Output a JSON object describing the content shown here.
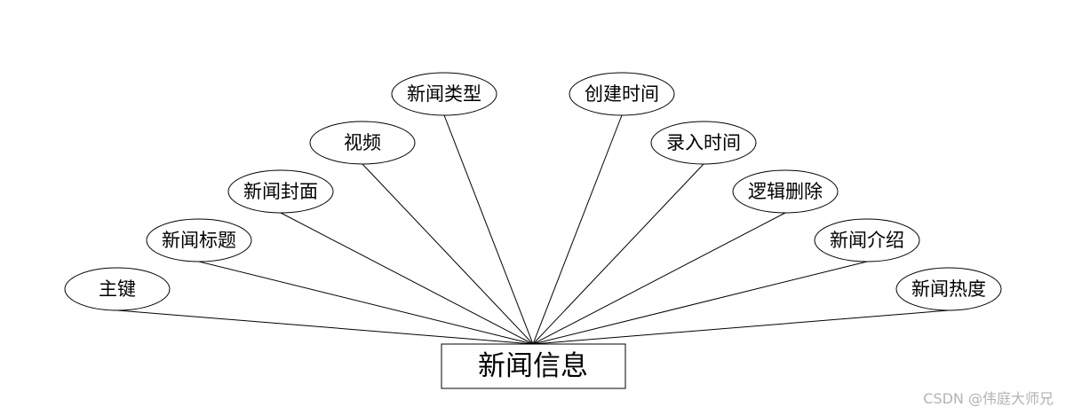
{
  "entity": {
    "name": "新闻信息"
  },
  "attributes": [
    {
      "id": "zhujian",
      "label": "主键"
    },
    {
      "id": "xinwenbiaoti",
      "label": "新闻标题"
    },
    {
      "id": "xinwenfengmian",
      "label": "新闻封面"
    },
    {
      "id": "shipin",
      "label": "视频"
    },
    {
      "id": "xinwenleixing",
      "label": "新闻类型"
    },
    {
      "id": "chuangjianshijian",
      "label": "创建时间"
    },
    {
      "id": "lurushijian",
      "label": "录入时间"
    },
    {
      "id": "luojishanchu",
      "label": "逻辑删除"
    },
    {
      "id": "xinwenjieshao",
      "label": "新闻介绍"
    },
    {
      "id": "xinwenredu",
      "label": "新闻热度"
    }
  ],
  "watermark": "CSDN @伟庭大师兄",
  "colors": {
    "stroke": "#000000",
    "background": "#ffffff",
    "watermark": "#b3b3b3"
  }
}
